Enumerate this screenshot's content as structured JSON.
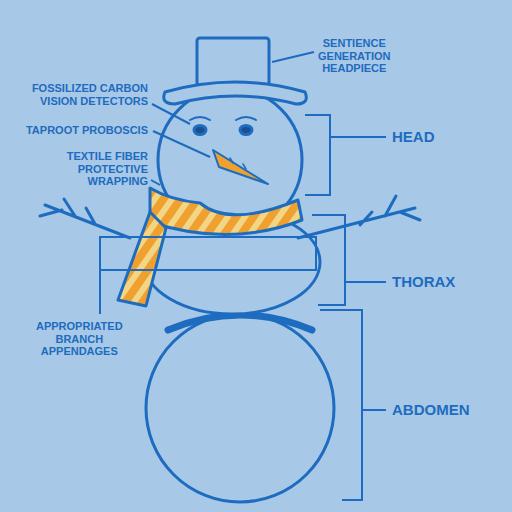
{
  "diagram": {
    "labels": [
      "SENTIENCE GENERATION HEADPIECE",
      "FOSSILIZED CARBON VISION DETECTORS",
      "TAPROOT PROBOSCIS",
      "TEXTILE FIBER PROTECTIVE WRAPPING",
      "HEAD",
      "THORAX",
      "ABDOMEN",
      "APPROPRIATED BRANCH APPENDAGES"
    ]
  }
}
